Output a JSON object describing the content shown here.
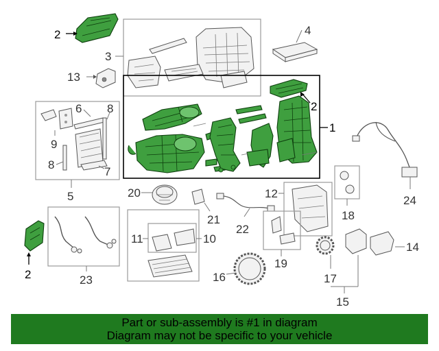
{
  "callouts": {
    "c1": "1",
    "c2_top_left": "2",
    "c2_main": "2",
    "c2_bottom_left": "2",
    "c3": "3",
    "c4": "4",
    "c5": "5",
    "c6": "6",
    "c7": "7",
    "c8_top": "8",
    "c8_left": "8",
    "c9": "9",
    "c10": "10",
    "c11": "11",
    "c12": "12",
    "c13": "13",
    "c14": "14",
    "c15": "15",
    "c16": "16",
    "c17": "17",
    "c18": "18",
    "c19": "19",
    "c20": "20",
    "c21": "21",
    "c22": "22",
    "c23": "23",
    "c24": "24"
  },
  "banner": {
    "line1": "Part or sub-assembly is #1 in diagram",
    "line2": "Diagram may not be specific to your vehicle"
  },
  "colors": {
    "highlight_part": "#3f9f3f",
    "banner_background": "#1f7a1f",
    "frame_gray": "#999999"
  }
}
